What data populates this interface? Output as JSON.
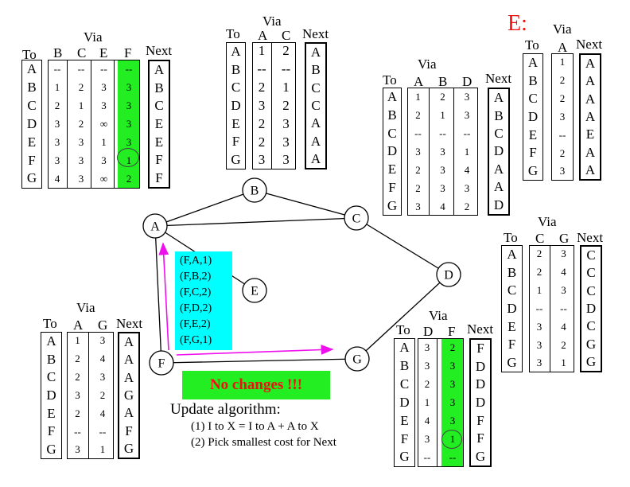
{
  "labels": {
    "to": "To",
    "via": "Via",
    "next": "Next"
  },
  "nodes": [
    "A",
    "B",
    "C",
    "D",
    "E",
    "F",
    "G"
  ],
  "messages": [
    "(F,A,1)",
    "(F,B,2)",
    "(F,C,2)",
    "(F,D,2)",
    "(F,E,2)",
    "(F,G,1)"
  ],
  "status": "No changes !!!",
  "update": {
    "title": "Update algorithm:",
    "rule1": "(1) I to X = I to A + A to X",
    "rule2": "(2) Pick smallest cost for Next"
  },
  "e_label": "E:",
  "tables": {
    "A": {
      "via_heads": [
        "B",
        "C",
        "E",
        "F"
      ],
      "to": [
        "A",
        "B",
        "C",
        "D",
        "E",
        "F",
        "G"
      ],
      "via": [
        [
          "--",
          "1",
          "2",
          "3",
          "3",
          "3",
          "4"
        ],
        [
          "--",
          "2",
          "1",
          "2",
          "3",
          "3",
          "3"
        ],
        [
          "--",
          "3",
          "3",
          "∞",
          "1",
          "3",
          "∞"
        ],
        [
          "--",
          "3",
          "3",
          "3",
          "3",
          "1",
          "2"
        ]
      ],
      "next": [
        "A",
        "B",
        "C",
        "E",
        "E",
        "F",
        "F"
      ]
    },
    "B": {
      "via_heads": [
        "A",
        "C"
      ],
      "to": [
        "A",
        "B",
        "C",
        "D",
        "E",
        "F",
        "G"
      ],
      "via": [
        [
          "1",
          "--",
          "2",
          "3",
          "2",
          "2",
          "3"
        ],
        [
          "2",
          "--",
          "1",
          "2",
          "3",
          "3",
          "3"
        ]
      ],
      "next": [
        "A",
        "B",
        "C",
        "C",
        "A",
        "A",
        "A"
      ]
    },
    "C": {
      "via_heads": [
        "A",
        "B",
        "D"
      ],
      "to": [
        "A",
        "B",
        "C",
        "D",
        "E",
        "F",
        "G"
      ],
      "via": [
        [
          "1",
          "2",
          "--",
          "3",
          "2",
          "2",
          "3"
        ],
        [
          "2",
          "1",
          "--",
          "3",
          "3",
          "3",
          "4"
        ],
        [
          "3",
          "3",
          "--",
          "1",
          "4",
          "3",
          "2"
        ]
      ],
      "next": [
        "A",
        "B",
        "C",
        "D",
        "A",
        "A",
        "D"
      ]
    },
    "E": {
      "via_heads": [
        "A"
      ],
      "to": [
        "A",
        "B",
        "C",
        "D",
        "E",
        "F",
        "G"
      ],
      "via": [
        [
          "1",
          "2",
          "2",
          "3",
          "--",
          "2",
          "3"
        ]
      ],
      "next": [
        "A",
        "A",
        "A",
        "A",
        "E",
        "A",
        "A"
      ]
    },
    "D": {
      "via_heads": [
        "C",
        "G"
      ],
      "to": [
        "A",
        "B",
        "C",
        "D",
        "E",
        "F",
        "G"
      ],
      "via": [
        [
          "2",
          "2",
          "1",
          "--",
          "3",
          "3",
          "3"
        ],
        [
          "3",
          "4",
          "3",
          "--",
          "4",
          "2",
          "1"
        ]
      ],
      "next": [
        "C",
        "C",
        "C",
        "D",
        "C",
        "G",
        "G"
      ]
    },
    "F": {
      "via_heads": [
        "A",
        "G"
      ],
      "to": [
        "A",
        "B",
        "C",
        "D",
        "E",
        "F",
        "G"
      ],
      "via": [
        [
          "1",
          "2",
          "2",
          "3",
          "2",
          "--",
          "3"
        ],
        [
          "3",
          "4",
          "3",
          "2",
          "4",
          "--",
          "1"
        ]
      ],
      "next": [
        "A",
        "A",
        "A",
        "G",
        "A",
        "F",
        "G"
      ]
    },
    "G": {
      "via_heads": [
        "D",
        "F"
      ],
      "to": [
        "A",
        "B",
        "C",
        "D",
        "E",
        "F",
        "G"
      ],
      "via": [
        [
          "3",
          "3",
          "2",
          "1",
          "4",
          "3",
          "--"
        ],
        [
          "2",
          "3",
          "3",
          "3",
          "3",
          "1",
          "--"
        ]
      ],
      "next": [
        "F",
        "D",
        "D",
        "D",
        "F",
        "F",
        "G"
      ]
    }
  },
  "colors": {
    "highlight": "#22ee22",
    "message_bg": "#00ffff",
    "arrow": "#ee11ee",
    "alert": "#ee1111"
  }
}
